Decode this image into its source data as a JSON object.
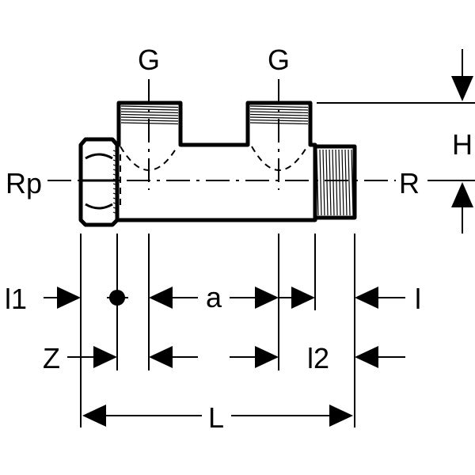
{
  "labels": {
    "g_left": "G",
    "g_right": "G",
    "h": "H",
    "rp": "Rp",
    "r": "R",
    "l1": "l1",
    "a": "a",
    "l": "l",
    "z": "Z",
    "l2": "l2",
    "L": "L"
  }
}
